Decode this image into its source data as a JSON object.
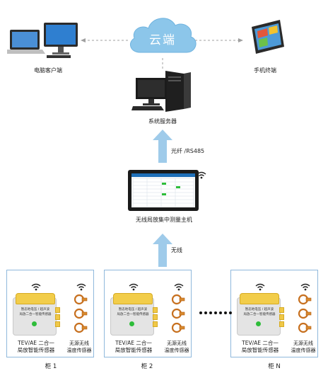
{
  "cloud": {
    "label": "云端",
    "color": "#8cc6ea"
  },
  "endpoints": {
    "pc_client": "电脑客户端",
    "mobile": "手机终端",
    "server": "系统服务器"
  },
  "links": {
    "fiber": "光纤 /RS485",
    "wireless": "无线"
  },
  "host": {
    "label": "无线局放集中测量主机"
  },
  "cabinets": [
    {
      "name": "柜 1",
      "sensor_line1": "暂态地电压 / 超声波",
      "sensor_line2": "局放二合一智能传感器",
      "sensor_label": "TEV/AE 二合一\n局放智能传感器",
      "temp_label": "无源无线\n温度传感器"
    },
    {
      "name": "柜 2",
      "sensor_line1": "暂态地电压 / 超声波",
      "sensor_line2": "局放二合一智能传感器",
      "sensor_label": "TEV/AE 二合一\n局放智能传感器",
      "temp_label": "无源无线\n温度传感器"
    },
    {
      "name": "柜 N",
      "sensor_line1": "暂态地电压 / 超声波",
      "sensor_line2": "局放二合一智能传感器",
      "sensor_label": "TEV/AE 二合一\n局放智能传感器",
      "temp_label": "无源无线\n温度传感器"
    }
  ],
  "colors": {
    "arrow": "#9fcbea",
    "cabinet_border": "#8fb8dc",
    "sensor_top": "#f2cd4a",
    "led": "#2ebd3a"
  }
}
